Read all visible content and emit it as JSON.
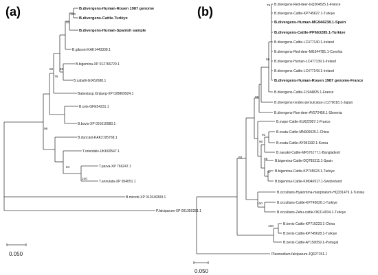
{
  "panels": [
    {
      "label": "(a)",
      "scale_label": "0.050",
      "leaves": [
        {
          "name": "B.divergens-Human-Rouen 1987 genome",
          "bold": true
        },
        {
          "name": "B.divergens-Cattle-Turkiye",
          "bold": true
        },
        {
          "name": "B.divergens-Human-Spanish sample",
          "bold": true
        },
        {
          "name": "B.gibsoni-KAK1443338.1",
          "bold": false
        },
        {
          "name": "B.bigemina-XP 012766720.1",
          "bold": false
        },
        {
          "name": "B.caballi-GIX62688.1",
          "bold": false
        },
        {
          "name": "Babesiasp.Xinjiang-XP 028869924.1",
          "bold": false
        },
        {
          "name": "B.ovis-GFE54231.1",
          "bold": false
        },
        {
          "name": "B.bovis-XP 001610983.1",
          "bold": false
        },
        {
          "name": "B.duncani-KAK2195768.1",
          "bold": false
        },
        {
          "name": "T.orientalis-UKK00547.1",
          "bold": false
        },
        {
          "name": "T.parva-XP 766247.1",
          "bold": false
        },
        {
          "name": "T.annulata-XP 954051.1",
          "bold": false
        },
        {
          "name": "B.microti-XP 012649309.1",
          "bold": false
        },
        {
          "name": "P.falciparum-XP 001350281.1",
          "bold": false
        }
      ],
      "bootstrap": [
        "100",
        "91",
        "56",
        "82",
        "76",
        "96",
        "84",
        "100"
      ]
    },
    {
      "label": "(b)",
      "scale_label": "0.050",
      "leaves": [
        {
          "name": "B.divergens-Red-deer-GQ304525.1-France",
          "bold": false
        },
        {
          "name": "B.divergens-Cattle-KP745627.1-Turkiye",
          "bold": false
        },
        {
          "name": "B.divergens-Human-MG944238.1-Spain",
          "bold": true
        },
        {
          "name": "B.divergens-Cattle-PP663285.1-Turkiye",
          "bold": true
        },
        {
          "name": "B.divergens-Cattle-LC477140.1-Ireland",
          "bold": false
        },
        {
          "name": "B.divergens-Red-deer-MG344781.1-Czechia",
          "bold": false
        },
        {
          "name": "B.divergens-Human-LC477139.1-Ireland",
          "bold": false
        },
        {
          "name": "B.divergens-Cattle-LC477143.1-Ireland",
          "bold": false
        },
        {
          "name": "B.divergens-Human-Rouen 1987 genome-France",
          "bold": true
        },
        {
          "name": "B.divergens-Cattle-FJ944825.1-France",
          "bold": false
        },
        {
          "name": "B.divergens-Ixodes-persulcatus-LC279018.1-Japan",
          "bold": false
        },
        {
          "name": "B.divergens-Roe-deer-AY572456.1-Slovenia",
          "bold": false
        },
        {
          "name": "B.major-Cattle-EU622907.1-France",
          "bold": false
        },
        {
          "name": "B.ovata-Cattle-MN900525.1-China",
          "bold": false
        },
        {
          "name": "B.ovata-Cattle-AY081192.1-Korea",
          "bold": false
        },
        {
          "name": "B.naoakii-Cattle-MF576177.1-Bangladesh",
          "bold": false
        },
        {
          "name": "B.bigemina-Cattle-DQ785311.1-Spain",
          "bold": false
        },
        {
          "name": "B.bigemina-Cattle-KP745623.1-Turkiye",
          "bold": false
        },
        {
          "name": "B.bigemina-Cattle-KM046917.1-Switzerland",
          "bold": false
        },
        {
          "name": "B.occultans-Hyalomma-marginatum-HQ331479.1-Tunisia",
          "bold": false
        },
        {
          "name": "B.occultans-Cattle-KP745626.1-Turkiye",
          "bold": false
        },
        {
          "name": "B.occultans-Zebu-cattle-OK314934.1-Turkiye",
          "bold": false
        },
        {
          "name": "B.bovis-Cattle-KP710223.1-China",
          "bold": false
        },
        {
          "name": "B.bovis-Cattle-KP745628.1-Turkiye",
          "bold": false
        },
        {
          "name": "B.bovis-Cattle-AY150059.1-Portugal",
          "bold": false
        },
        {
          "name": "Plasmodium-falciparum-JQ627151.1",
          "bold": false
        }
      ],
      "bootstrap": [
        "75",
        "56",
        "99",
        "91",
        "90",
        "85",
        "97",
        "60",
        "100",
        "100"
      ]
    }
  ]
}
